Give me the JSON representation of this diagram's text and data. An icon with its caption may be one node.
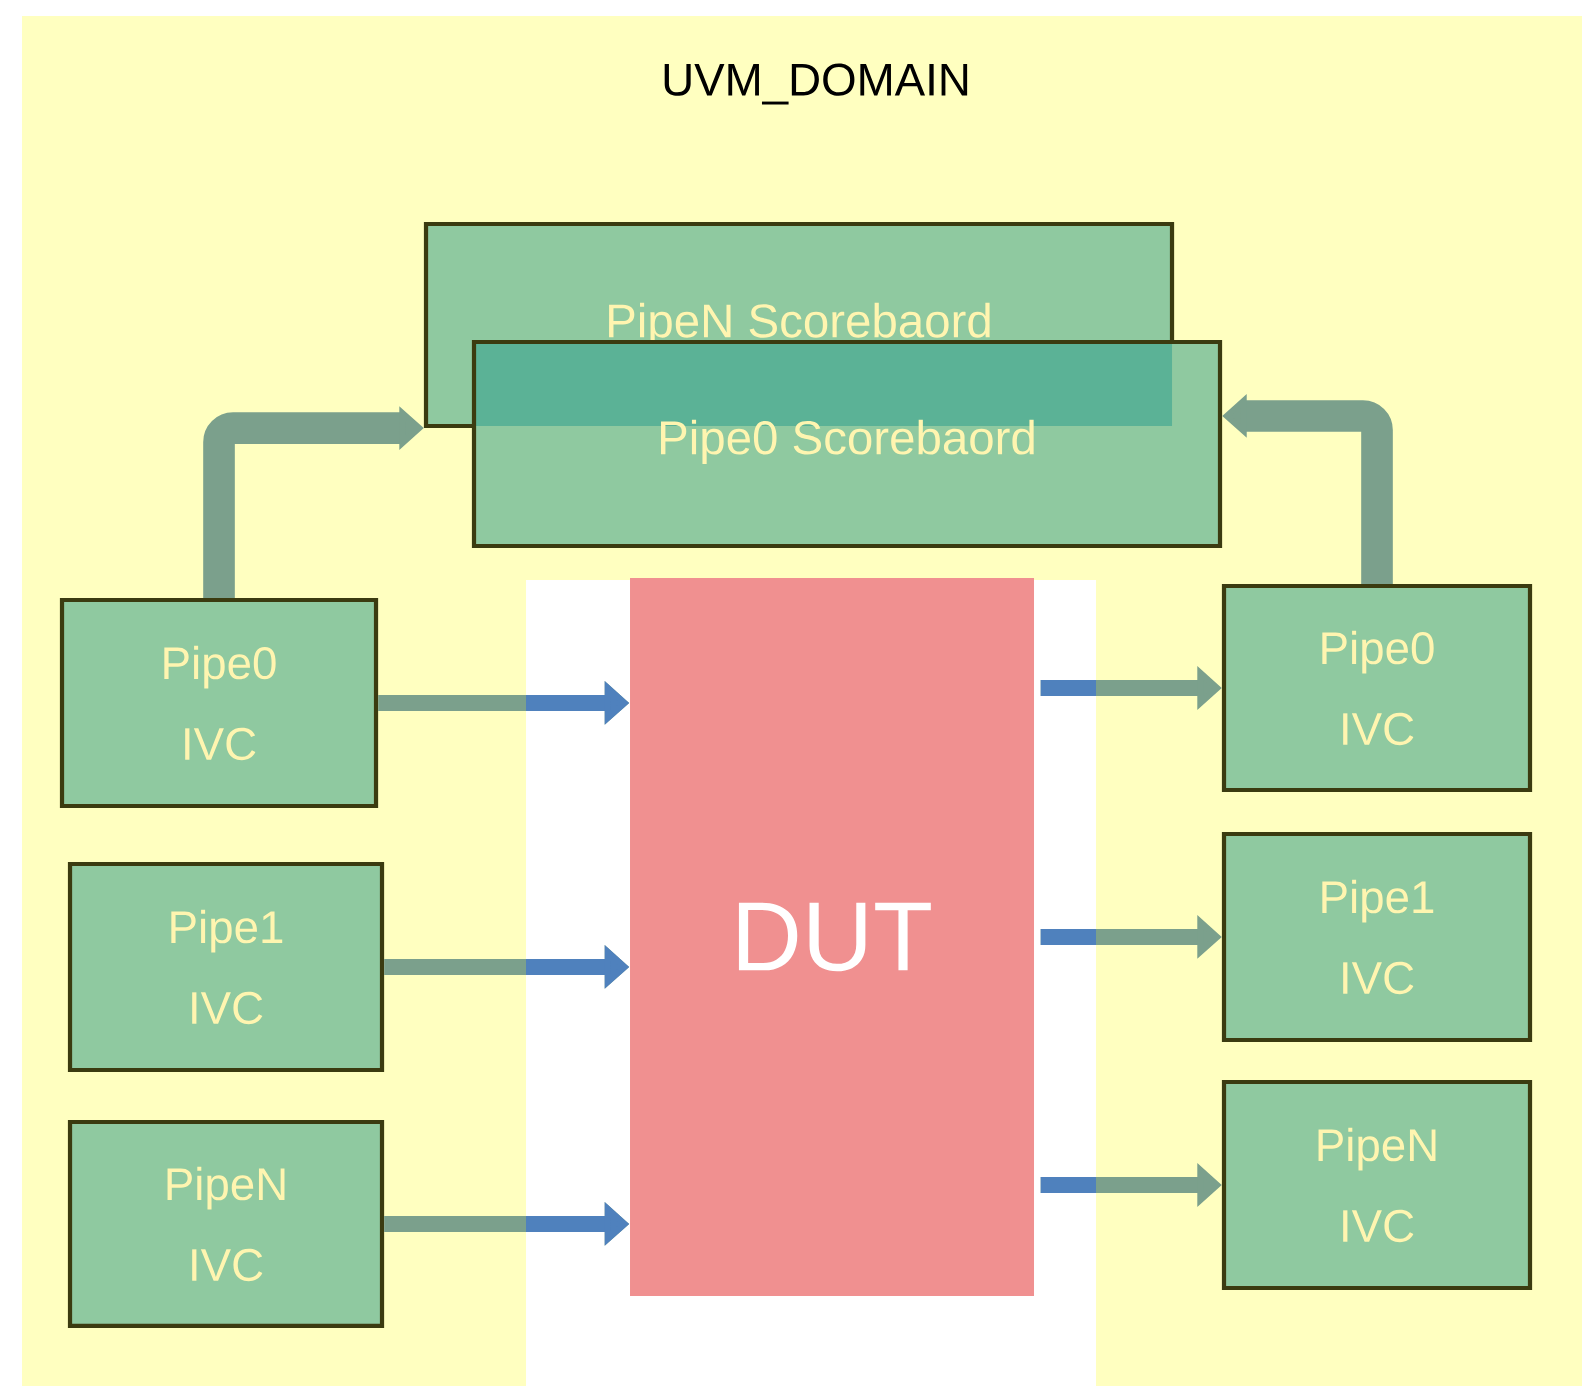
{
  "diagram": {
    "title": "UVM_DOMAIN",
    "nodes": [
      {
        "text": [
          "PipeN Scorebaord"
        ]
      },
      {
        "text": [
          "Pipe0 Scorebaord"
        ]
      },
      {
        "text": [
          "Pipe0 IVC"
        ]
      },
      {
        "text": [
          "Pipe1 IVC"
        ]
      },
      {
        "text": [
          "PipeN IVC"
        ]
      },
      {
        "text": [
          "DUT"
        ]
      },
      {
        "text": [
          "Pipe0 IVC"
        ]
      },
      {
        "text": [
          "Pipe1 IVC"
        ]
      },
      {
        "text": [
          "PipeN IVC"
        ]
      }
    ],
    "edges": [
      {
        "from": 2,
        "to": 0,
        "arrow": "to",
        "style": "thick"
      },
      {
        "from": 6,
        "to": 1,
        "arrow": "to",
        "style": "thick"
      },
      {
        "from": 2,
        "to": 5,
        "arrow": "to"
      },
      {
        "from": 3,
        "to": 5,
        "arrow": "to"
      },
      {
        "from": 4,
        "to": 5,
        "arrow": "to"
      },
      {
        "from": 5,
        "to": 6,
        "arrow": "to"
      },
      {
        "from": 5,
        "to": 7,
        "arrow": "to"
      },
      {
        "from": 5,
        "to": 8,
        "arrow": "to"
      }
    ]
  }
}
